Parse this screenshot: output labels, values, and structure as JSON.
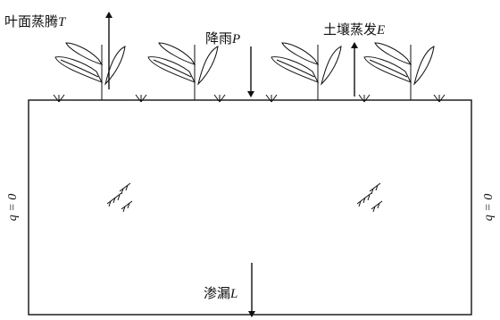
{
  "diagram": {
    "labels": {
      "transpiration": {
        "text": "叶面蒸腾",
        "symbol": "T"
      },
      "rainfall": {
        "text": "降雨",
        "symbol": "P"
      },
      "soil_evaporation": {
        "text": "土壤蒸发",
        "symbol": "E"
      },
      "leakage": {
        "text": "渗漏",
        "symbol": "L"
      }
    },
    "boundary_left": "q = 0",
    "boundary_right": "q = 0",
    "icons": {
      "plants": "plant-icon",
      "soil": "soil-hatch-icon"
    }
  }
}
